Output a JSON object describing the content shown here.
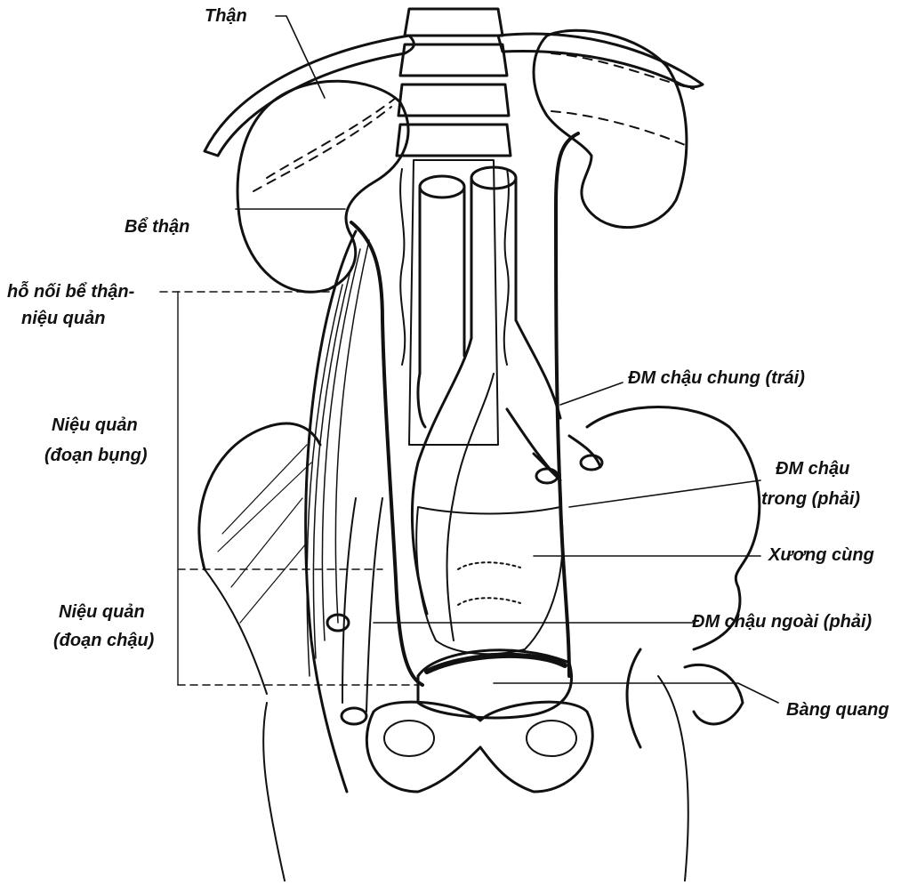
{
  "labels": {
    "than": "Thận",
    "be_than": "Bể thận",
    "cho_noi_line1": "hỗ nối bể thận-",
    "cho_noi_line2": "niệu quản",
    "nieu_quan_bung_line1": "Niệu quản",
    "nieu_quan_bung_line2": "(đoạn bụng)",
    "nieu_quan_chau_line1": "Niệu quản",
    "nieu_quan_chau_line2": "(đoạn chậu)",
    "dm_chau_chung": "ĐM chậu chung (trái)",
    "dm_chau_trong_line1": "ĐM chậu",
    "dm_chau_trong_line2": "trong (phải)",
    "xuong_cung": "Xương cùng",
    "dm_chau_ngoai": "ĐM chậu ngoài (phải)",
    "bang_quang": "Bàng quang"
  },
  "colors": {
    "ink": "#111111",
    "paper": "#ffffff"
  }
}
